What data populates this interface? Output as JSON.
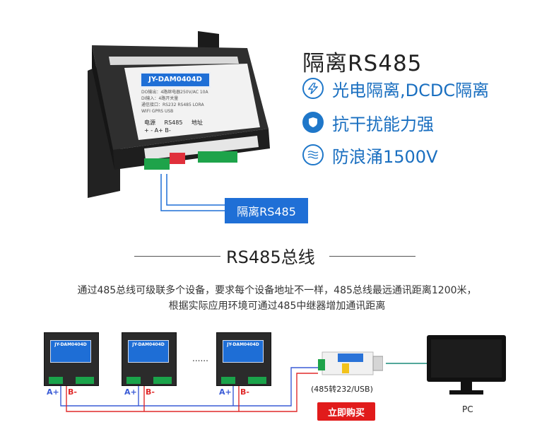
{
  "device": {
    "model": "JY-DAM0404D",
    "spec_line1": "DO输出：4路继电器250V/AC 10A",
    "spec_line2": "DI输入：4路开关量",
    "spec_line3": "通信接口：RS232 RS485 LORA",
    "spec_line4": "WIFI GPRS USB",
    "power_label": "电源",
    "rs485_label": "RS485",
    "addr_label": "地址",
    "pin_labels": "+ - A+ B-"
  },
  "callout": {
    "label": "隔离RS485"
  },
  "features": {
    "title": "隔离RS485",
    "items": [
      {
        "icon": "lightning-icon",
        "label": "光电隔离,DCDC隔离"
      },
      {
        "icon": "shield-icon",
        "label": "抗干扰能力强"
      },
      {
        "icon": "wave-icon",
        "label": "防浪涌1500V"
      }
    ]
  },
  "section": {
    "title": "RS485总线",
    "desc_line1": "通过485总线可级联多个设备，要求每个设备地址不一样，485总线最远通讯距离1200米，",
    "desc_line2": "根据实际应用环境可通过485中继器增加通讯距离"
  },
  "diagram": {
    "device_model": "JY-DAM0404D",
    "a_label": "A+",
    "b_label": "B-",
    "ellipsis": "......",
    "converter_label": "(485转232/USB)",
    "pc_label": "PC",
    "colors": {
      "a_line": "#3a5bd6",
      "b_line": "#e02a2a",
      "accent": "#1f6fd6"
    }
  },
  "buy_button": {
    "label": "立即购买"
  }
}
